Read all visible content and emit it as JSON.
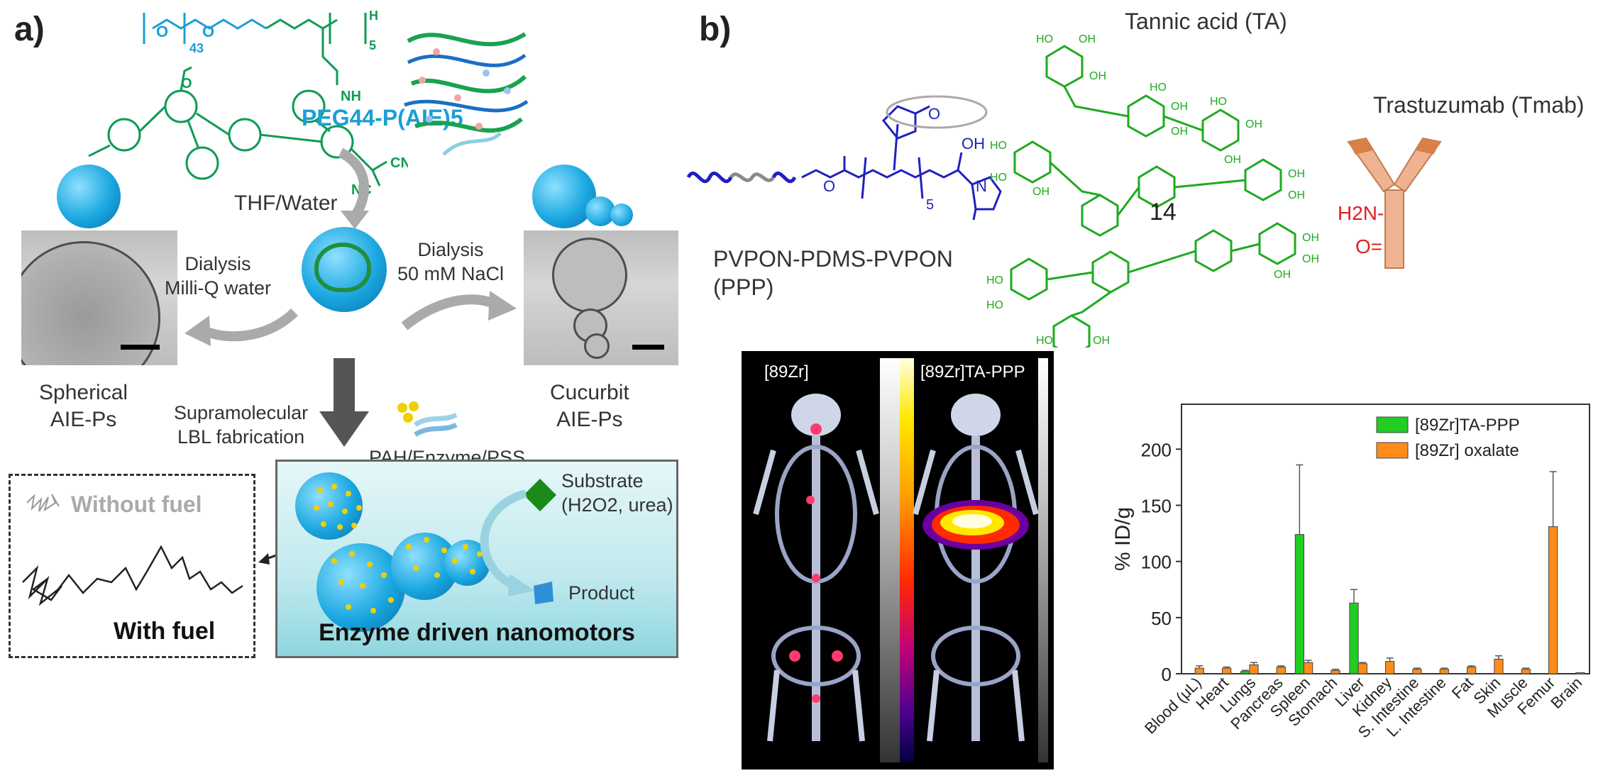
{
  "panel_a": {
    "label": "a)",
    "polymer_label": "PEG44-P(AIE)5",
    "solvent": "THF/Water",
    "dialysis_left": [
      "Dialysis",
      "Milli-Q water"
    ],
    "dialysis_right": [
      "Dialysis",
      "50 mM NaCl"
    ],
    "left_particle": [
      "Spherical",
      "AIE-Ps"
    ],
    "right_particle": [
      "Cucurbit",
      "AIE-Ps"
    ],
    "fabrication": [
      "Supramolecular",
      "LBL fabrication"
    ],
    "layers": "PAH/Enzyme/PSS",
    "without_fuel": "Without fuel",
    "with_fuel": "With fuel",
    "substrate": [
      "Substrate",
      "(H2O2, urea)"
    ],
    "product": "Product",
    "motor_title": "Enzyme driven nanomotors"
  },
  "panel_b": {
    "label": "b)",
    "tannic_acid": "Tannic acid (TA)",
    "trastuzumab": "Trastuzumab (Tmab)",
    "ppp": [
      "PVPON-PDMS-PVPON",
      "(PPP)"
    ],
    "amine": "H2N-",
    "carbonyl": "O=",
    "repeat_5": "5",
    "repeat_14": "14",
    "mouse_left_label": "[89Zr]",
    "mouse_right_label": "[89Zr]TA-PPP"
  },
  "colors": {
    "peg_blue": "#1a9fd6",
    "aie_green": "#0e9b55",
    "ta_green": "#1faa1f",
    "ppp_blue": "#2020c0",
    "tmab_orange": "#e88a4a",
    "bar_green": "#22cc22",
    "bar_orange": "#ff8c1a",
    "particle_blue": "#1aa7e0"
  },
  "chart_data": {
    "type": "bar",
    "ylabel": "% ID/g",
    "ylim": [
      0,
      240
    ],
    "yticks": [
      0,
      50,
      100,
      150,
      200
    ],
    "categories": [
      "Blood (μL)",
      "Heart",
      "Lungs",
      "Pancreas",
      "Spleen",
      "Stomach",
      "Liver",
      "Kidney",
      "S. Intestine",
      "L. Intestine",
      "Fat",
      "Skin",
      "Muscle",
      "Femur",
      "Brain"
    ],
    "series": [
      {
        "name": "[89Zr]TA-PPP",
        "color": "#22cc22",
        "values": [
          0,
          0,
          2,
          0,
          124,
          0,
          63,
          0,
          0,
          0,
          0,
          0,
          0,
          0,
          0
        ],
        "errors": [
          0,
          0,
          1,
          0,
          62,
          0,
          12,
          0,
          0,
          0,
          0,
          0,
          0,
          0,
          0
        ]
      },
      {
        "name": "[89Zr] oxalate",
        "color": "#ff8c1a",
        "values": [
          5,
          5,
          8,
          6,
          10,
          3,
          9,
          11,
          4,
          4,
          6,
          13,
          4,
          131,
          1
        ],
        "errors": [
          2,
          1,
          2,
          1,
          2,
          1,
          1,
          3,
          1,
          1,
          1,
          3,
          1,
          49,
          0
        ]
      }
    ],
    "legend_position": "top-right"
  }
}
